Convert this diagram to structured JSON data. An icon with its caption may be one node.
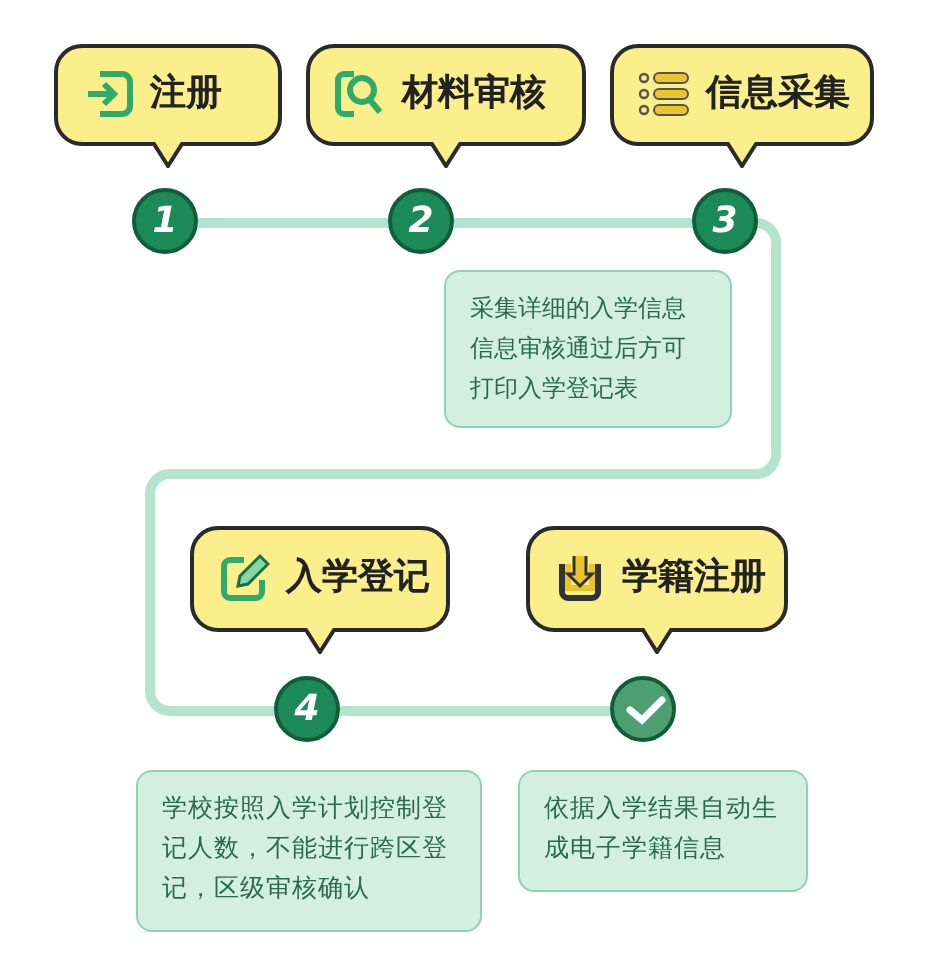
{
  "diagram": {
    "nodes": [
      {
        "text": [
          "注册"
        ]
      },
      {
        "text": [
          "材料审核"
        ]
      },
      {
        "text": [
          "信息采集"
        ]
      },
      {
        "text": [
          "1"
        ]
      },
      {
        "text": [
          "2"
        ]
      },
      {
        "text": [
          "3"
        ]
      },
      {
        "text": [
          "采集详细的入学信息信息审核通过后方可打印入学登记表"
        ]
      },
      {
        "text": [
          "入学登记"
        ]
      },
      {
        "text": [
          "学籍注册"
        ]
      },
      {
        "text": [
          "4"
        ]
      },
      {
        "text": [],
        "shape": "circle"
      },
      {
        "text": [
          "学校按照入学计划控制登记人数，不能进行跨区登记，区级审核确认"
        ]
      },
      {
        "text": [
          "依据入学结果自动生成电子学籍信息"
        ]
      }
    ],
    "edges": [
      {
        "from": 3,
        "to": 4,
        "arrow": "none"
      },
      {
        "from": 4,
        "to": 5,
        "arrow": "none"
      },
      {
        "from": 5,
        "to": 9,
        "arrow": "none"
      },
      {
        "from": 9,
        "to": 10,
        "arrow": "none"
      }
    ]
  }
}
